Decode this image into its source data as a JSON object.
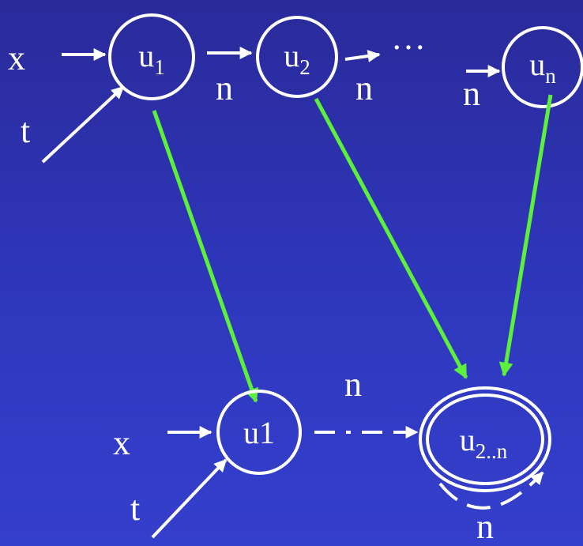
{
  "colors": {
    "background_top": "#2a2a9a",
    "background_bottom": "#343fcc",
    "stroke": "#ffffff",
    "mapping_arrow": "#5cf03c"
  },
  "top_row": {
    "input_x": "x",
    "input_t": "t",
    "ellipsis": "…",
    "nodes": [
      {
        "base": "u",
        "sub": "1"
      },
      {
        "base": "u",
        "sub": "2"
      },
      {
        "base": "u",
        "sub": "n"
      }
    ],
    "edge_labels": [
      "n",
      "n",
      "n"
    ]
  },
  "bottom_row": {
    "input_x": "x",
    "input_t": "t",
    "node_left": {
      "label": "u1"
    },
    "node_right": {
      "base": "u",
      "sub": "2..n",
      "accepting": true
    },
    "edge_label": "n",
    "self_loop_label": "n"
  }
}
